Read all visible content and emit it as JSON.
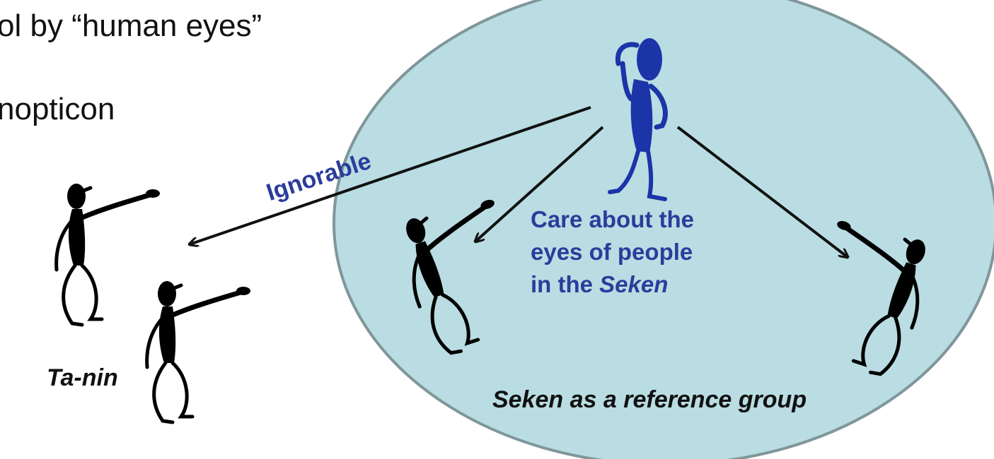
{
  "bullets": [
    {
      "text": "ol by “human eyes”"
    },
    {
      "text": "nopticon"
    }
  ],
  "labels": {
    "ignorable": "Ignorable",
    "care_line1": "Care about  the",
    "care_line2": "eyes of people",
    "care_line3_prefix": "in the ",
    "care_line3_em": "Seken",
    "tanin": "Ta-nin",
    "seken_group": "Seken as a reference group"
  },
  "colors": {
    "ellipse_fill": "#b9dde2",
    "ellipse_stroke": "#7f969a",
    "observer_blue": "#1b34a8",
    "text_blue": "#2a3d9c",
    "figure_black": "#000000"
  },
  "icons": [
    "observer-figure-icon",
    "pointing-figure-icon",
    "arrow-icon"
  ]
}
